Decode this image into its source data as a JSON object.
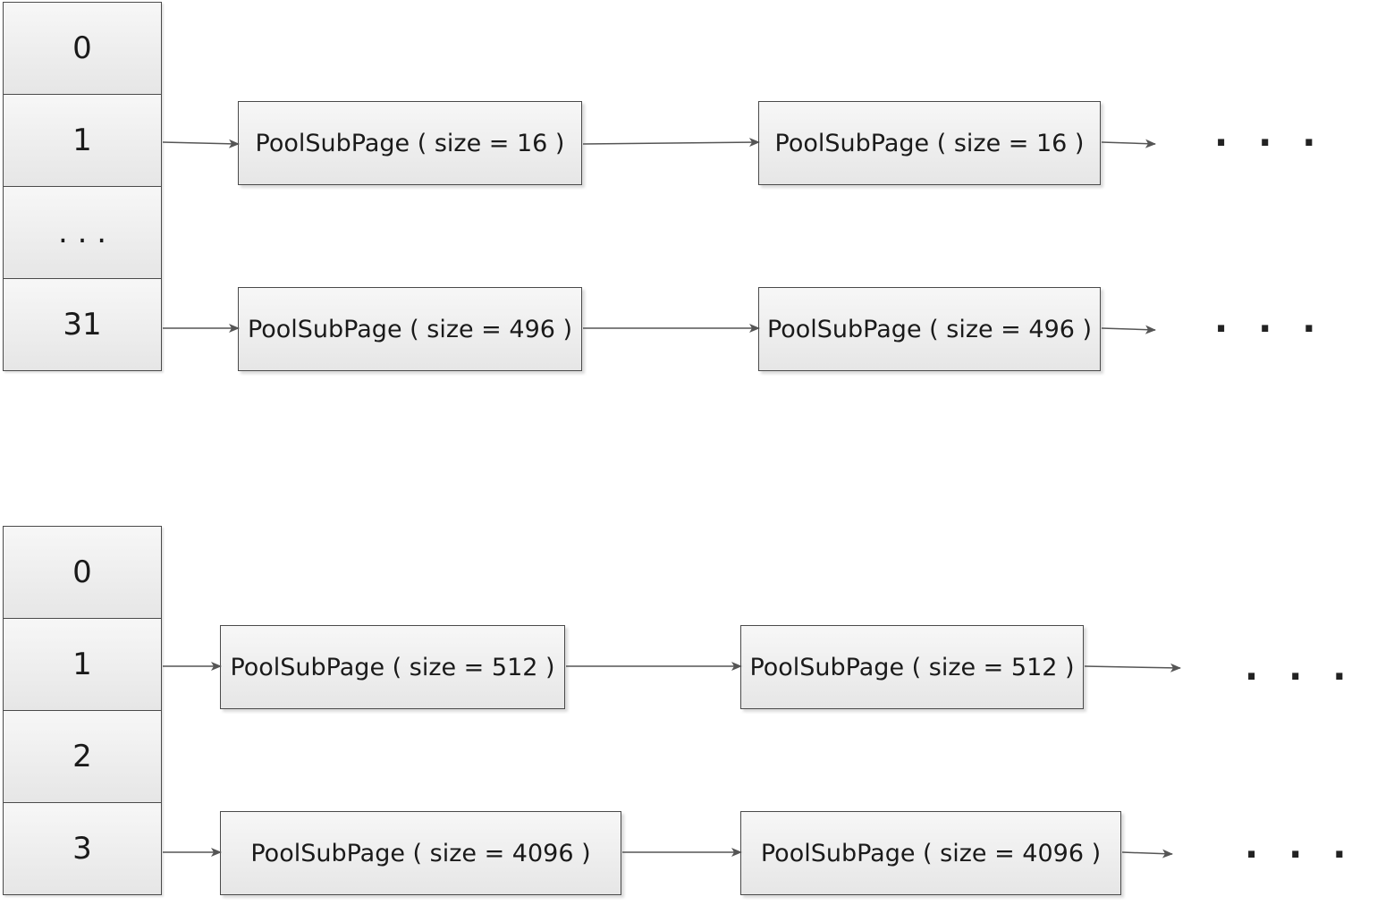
{
  "array_top": {
    "slots": [
      "0",
      "1",
      ". . .",
      "31"
    ]
  },
  "array_bottom": {
    "slots": [
      "0",
      "1",
      "2",
      "3"
    ]
  },
  "lists": {
    "top_row1": [
      "PoolSubPage ( size = 16 )",
      "PoolSubPage ( size = 16 )"
    ],
    "top_row2": [
      "PoolSubPage ( size = 496 )",
      "PoolSubPage ( size = 496 )"
    ],
    "bottom_row1": [
      "PoolSubPage ( size = 512 )",
      "PoolSubPage ( size = 512 )"
    ],
    "bottom_row2": [
      "PoolSubPage ( size = 4096 )",
      "PoolSubPage ( size = 4096 )"
    ]
  },
  "continuation": ". . .",
  "colors": {
    "border": "#4a4a4a",
    "arrow": "#555555",
    "fill_top": "#f7f7f7",
    "fill_bottom": "#e6e6e6"
  }
}
